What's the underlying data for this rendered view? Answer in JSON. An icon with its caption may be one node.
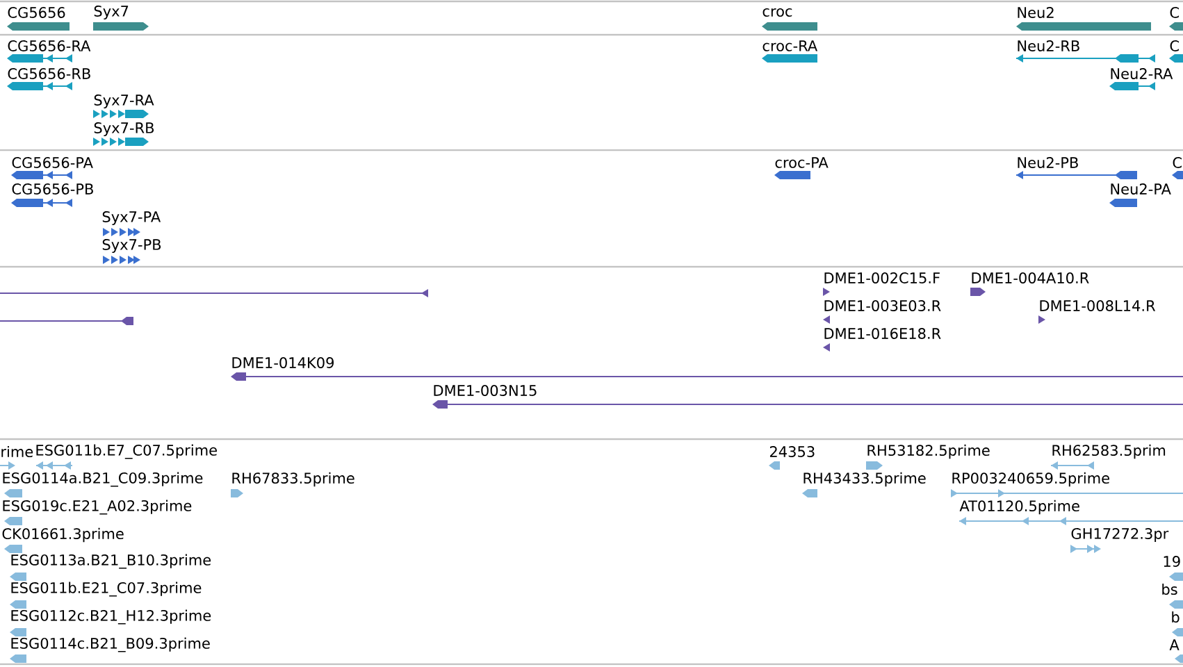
{
  "diagram": {
    "labels": [
      "CG5656",
      "Syx7",
      "croc",
      "Neu2",
      "C",
      "CG5656-RA",
      "croc-RA",
      "Neu2-RB",
      "C",
      "CG5656-RB",
      "Neu2-RA",
      "Syx7-RA",
      "Syx7-RB",
      "CG5656-PA",
      "croc-PA",
      "Neu2-PB",
      "C",
      "CG5656-PB",
      "Neu2-PA",
      "Syx7-PA",
      "Syx7-PB",
      "DME1-002C15.F",
      "DME1-004A10.R",
      "DME1-003E03.R",
      "DME1-008L14.R",
      "DME1-016E18.R",
      "DME1-014K09",
      "DME1-003N15",
      "rime",
      "ESG011b.E7_C07.5prime",
      "24353",
      "RH53182.5prime",
      "RH62583.5prim",
      "ESG0114a.B21_C09.3prime",
      "RH67833.5prime",
      "RH43433.5prime",
      "RP003240659.5prime",
      "ESG019c.E21_A02.3prime",
      "AT01120.5prime",
      "CK01661.3prime",
      "GH17272.3pr",
      "ESG0113a.B21_B10.3prime",
      "19",
      "ESG011b.E21_C07.3prime",
      "bs",
      "ESG0112c.B21_H12.3prime",
      "b",
      "ESG0114c.B21_B09.3prime",
      "A"
    ]
  }
}
